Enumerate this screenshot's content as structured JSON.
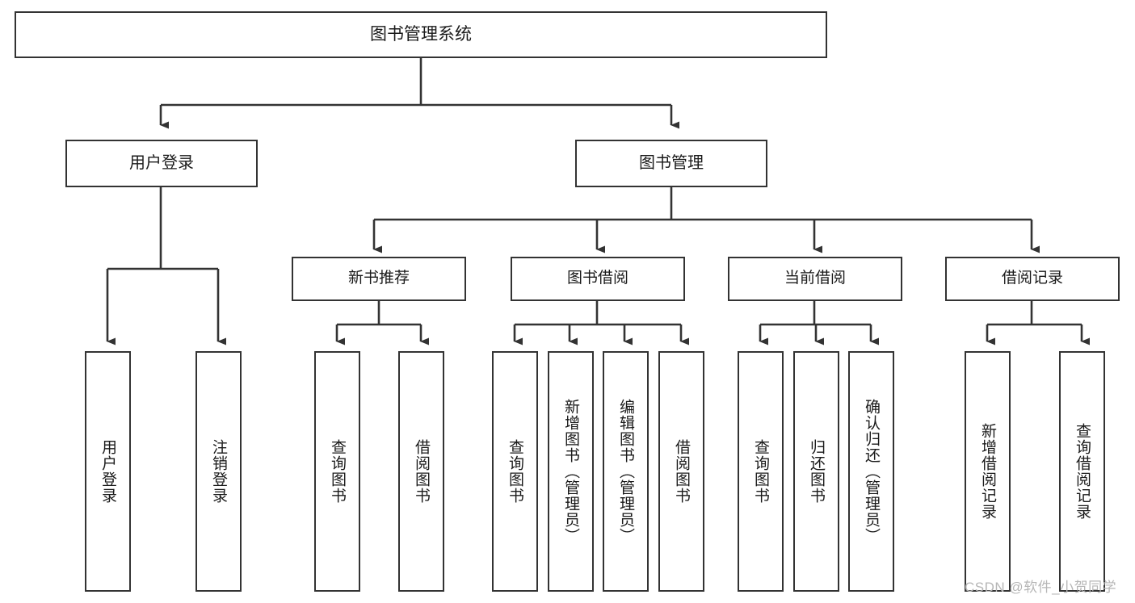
{
  "diagram": {
    "title": "图书管理系统",
    "type": "tree-hierarchy-chart",
    "watermark": "CSDN @软件_小贺同学",
    "colors": {
      "box_border": "#333333",
      "box_fill": "#ffffff",
      "connector": "#333333",
      "text": "#1a1a1a",
      "watermark": "#b6b6b6",
      "background": "#ffffff"
    },
    "root": {
      "label": "图书管理系统"
    },
    "level2": [
      {
        "id": "user-login",
        "label": "用户登录"
      },
      {
        "id": "book-management",
        "label": "图书管理"
      }
    ],
    "level3": [
      {
        "id": "new-book-recommend",
        "label": "新书推荐",
        "parent": "book-management"
      },
      {
        "id": "book-borrow",
        "label": "图书借阅",
        "parent": "book-management"
      },
      {
        "id": "current-borrow",
        "label": "当前借阅",
        "parent": "book-management"
      },
      {
        "id": "borrow-record",
        "label": "借阅记录",
        "parent": "book-management"
      }
    ],
    "leaves": [
      {
        "id": "leaf-user-login",
        "label": "用户登录",
        "parent": "user-login"
      },
      {
        "id": "leaf-logout-login",
        "label": "注销登录",
        "parent": "user-login"
      },
      {
        "id": "leaf-query-book-1",
        "label": "查询图书",
        "parent": "new-book-recommend"
      },
      {
        "id": "leaf-borrow-book-1",
        "label": "借阅图书",
        "parent": "new-book-recommend"
      },
      {
        "id": "leaf-query-book-2",
        "label": "查询图书",
        "parent": "book-borrow"
      },
      {
        "id": "leaf-add-book",
        "label": "新增图书（管理员）",
        "parent": "book-borrow"
      },
      {
        "id": "leaf-edit-book",
        "label": "编辑图书（管理员）",
        "parent": "book-borrow"
      },
      {
        "id": "leaf-borrow-book-2",
        "label": "借阅图书",
        "parent": "book-borrow"
      },
      {
        "id": "leaf-query-book-3",
        "label": "查询图书",
        "parent": "current-borrow"
      },
      {
        "id": "leaf-return-book",
        "label": "归还图书",
        "parent": "current-borrow"
      },
      {
        "id": "leaf-confirm-return",
        "label": "确认归还（管理员）",
        "parent": "current-borrow"
      },
      {
        "id": "leaf-add-record",
        "label": "新增借阅记录",
        "parent": "borrow-record"
      },
      {
        "id": "leaf-query-record",
        "label": "查询借阅记录",
        "parent": "borrow-record"
      }
    ]
  }
}
